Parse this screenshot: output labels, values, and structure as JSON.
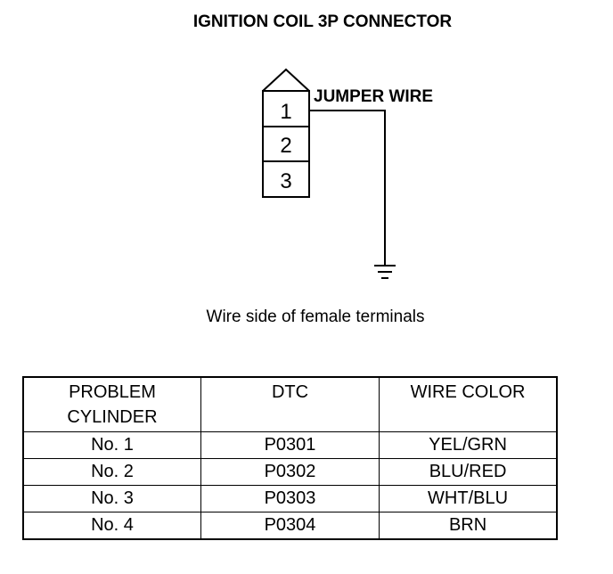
{
  "title": "IGNITION COIL 3P CONNECTOR",
  "connector": {
    "pins": [
      "1",
      "2",
      "3"
    ],
    "jumper_label": "JUMPER WIRE"
  },
  "caption": "Wire side of female terminals",
  "table": {
    "headers": [
      "PROBLEM CYLINDER",
      "DTC",
      "WIRE COLOR"
    ],
    "rows": [
      [
        "No. 1",
        "P0301",
        "YEL/GRN"
      ],
      [
        "No. 2",
        "P0302",
        "BLU/RED"
      ],
      [
        "No. 3",
        "P0303",
        "WHT/BLU"
      ],
      [
        "No. 4",
        "P0304",
        "BRN"
      ]
    ]
  }
}
